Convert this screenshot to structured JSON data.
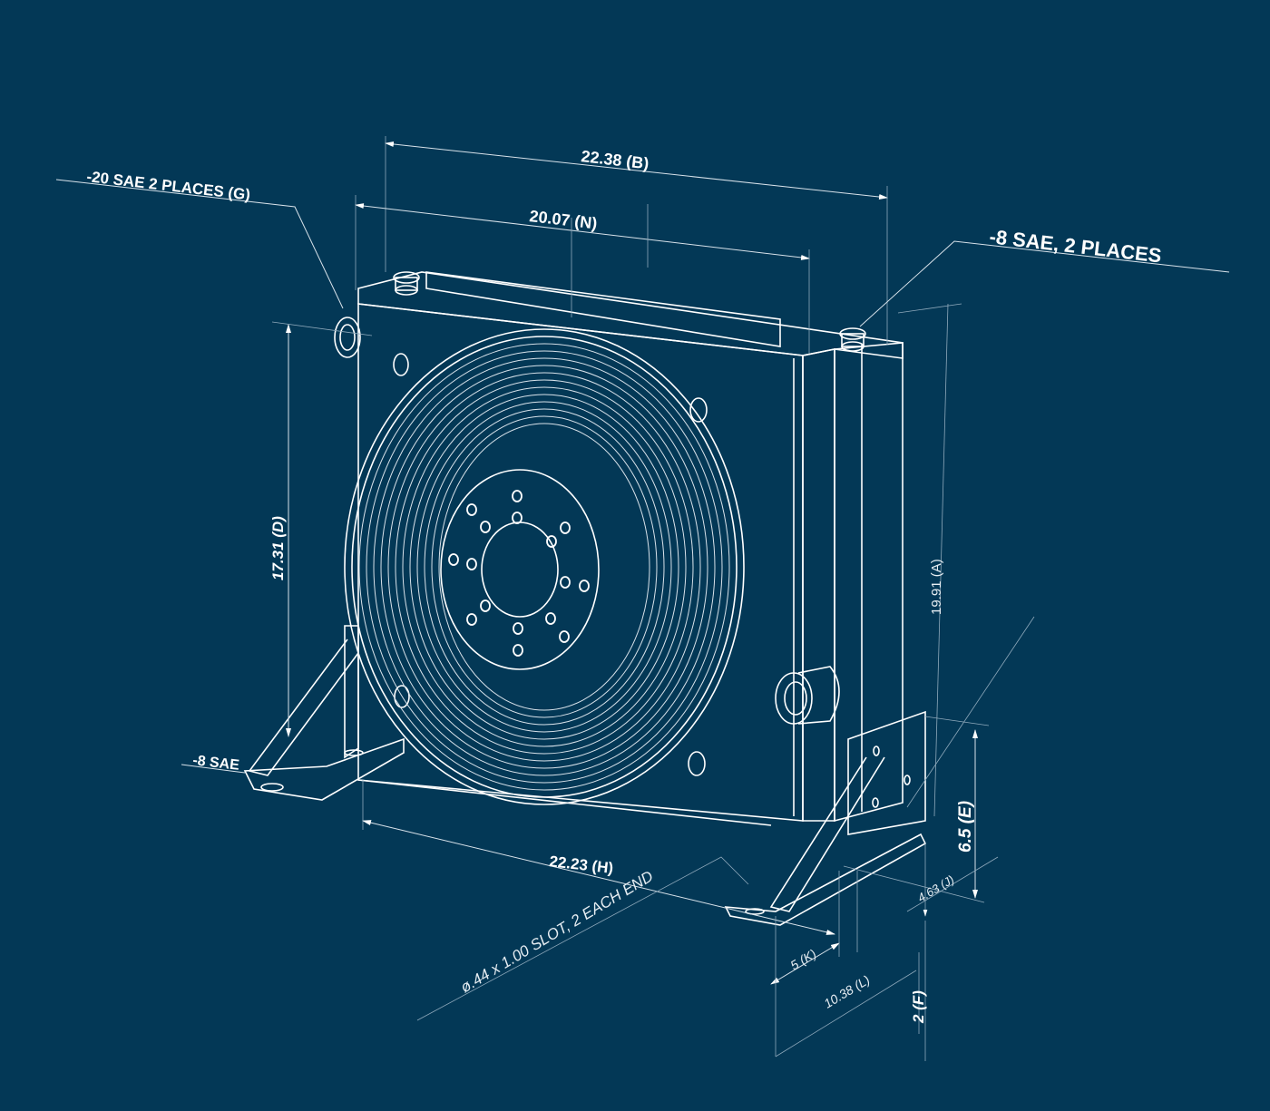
{
  "drawing": {
    "title": "Oil cooler with fan — dimensioned isometric drawing",
    "background_color": "#033856",
    "line_color": "#ffffff",
    "callouts": {
      "port_g": "-20 SAE 2 PLACES (G)",
      "port_top_right": "-8 SAE, 2 PLACES",
      "port_left": "-8 SAE",
      "slot": "ø.44 x 1.00 SLOT, 2 EACH END"
    },
    "dimensions": {
      "b": "22.38 (B)",
      "n": "20.07 (N)",
      "d": "17.31 (D)",
      "a": "19.91 (A)",
      "h": "22.23 (H)",
      "e": "6.5 (E)",
      "j": "4.63 (J)",
      "k": "5 (K)",
      "l": "10.38 (L)",
      "f": "2 (F)"
    }
  }
}
